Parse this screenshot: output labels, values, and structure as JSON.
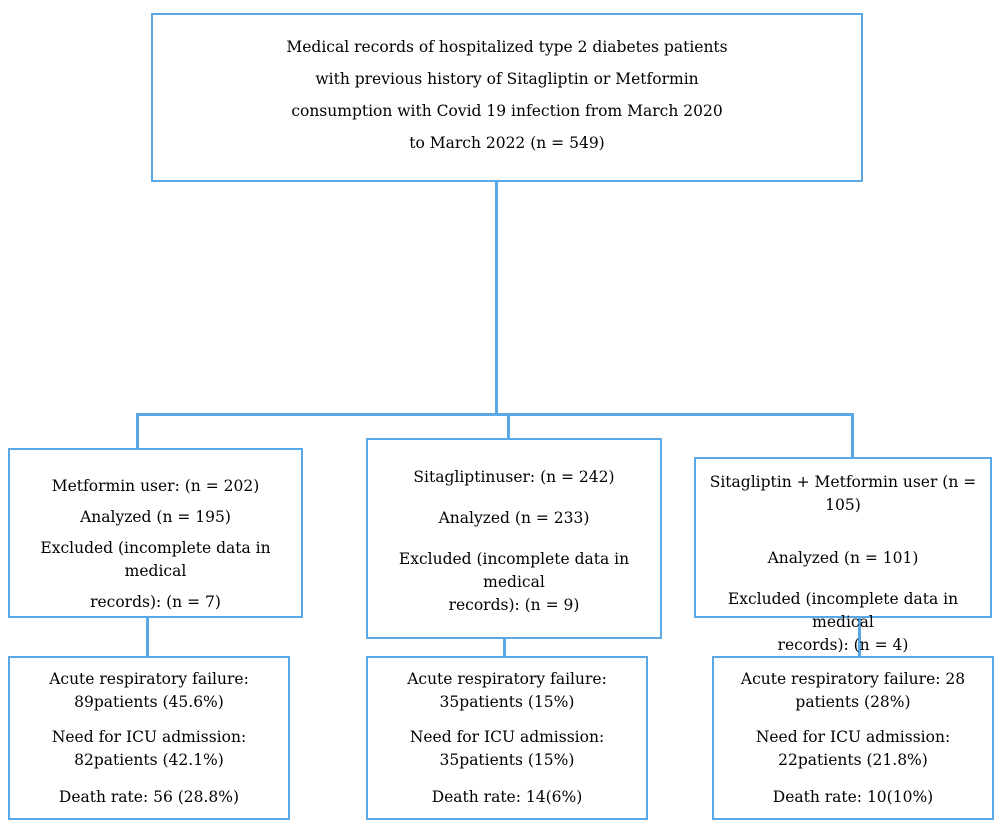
{
  "top": {
    "lines": [
      "Medical records of hospitalized type 2 diabetes patients",
      "with previous history of Sitagliptin or Metformin",
      "consumption with  Covid 19 infection from March 2020",
      "to March 2022  (n = 549)"
    ]
  },
  "groups": [
    {
      "title": "Metformin user: (n = 202)",
      "analyzed": "Analyzed (n = 195)",
      "excluded_1": "Excluded (incomplete data in medical",
      "excluded_2": "records): (n = 7)",
      "arf_1": "Acute respiratory failure:",
      "arf_2": "89patients (45.6%)",
      "icu_1": "Need for ICU admission:",
      "icu_2": "82patients (42.1%)",
      "death": "Death rate: 56 (28.8%)"
    },
    {
      "title": "Sitagliptinuser: (n = 242)",
      "analyzed": "Analyzed (n = 233)",
      "excluded_1": "Excluded (incomplete data in medical",
      "excluded_2": "records): (n = 9)",
      "arf_1": "Acute respiratory failure:",
      "arf_2": "35patients (15%)",
      "icu_1": "Need for ICU admission:",
      "icu_2": "35patients (15%)",
      "death": "Death rate: 14(6%)"
    },
    {
      "title": "Sitagliptin + Metformin user (n = 105)",
      "analyzed": "Analyzed (n = 101)",
      "excluded_1": "Excluded (incomplete data in medical",
      "excluded_2": "records): (n = 4)",
      "arf_1": "Acute respiratory failure: 28",
      "arf_2": "patients (28%)",
      "icu_1": "Need for ICU admission:",
      "icu_2": "22patients (21.8%)",
      "death": "Death rate: 10(10%)"
    }
  ],
  "colors": {
    "border": "#5aa9e6"
  }
}
